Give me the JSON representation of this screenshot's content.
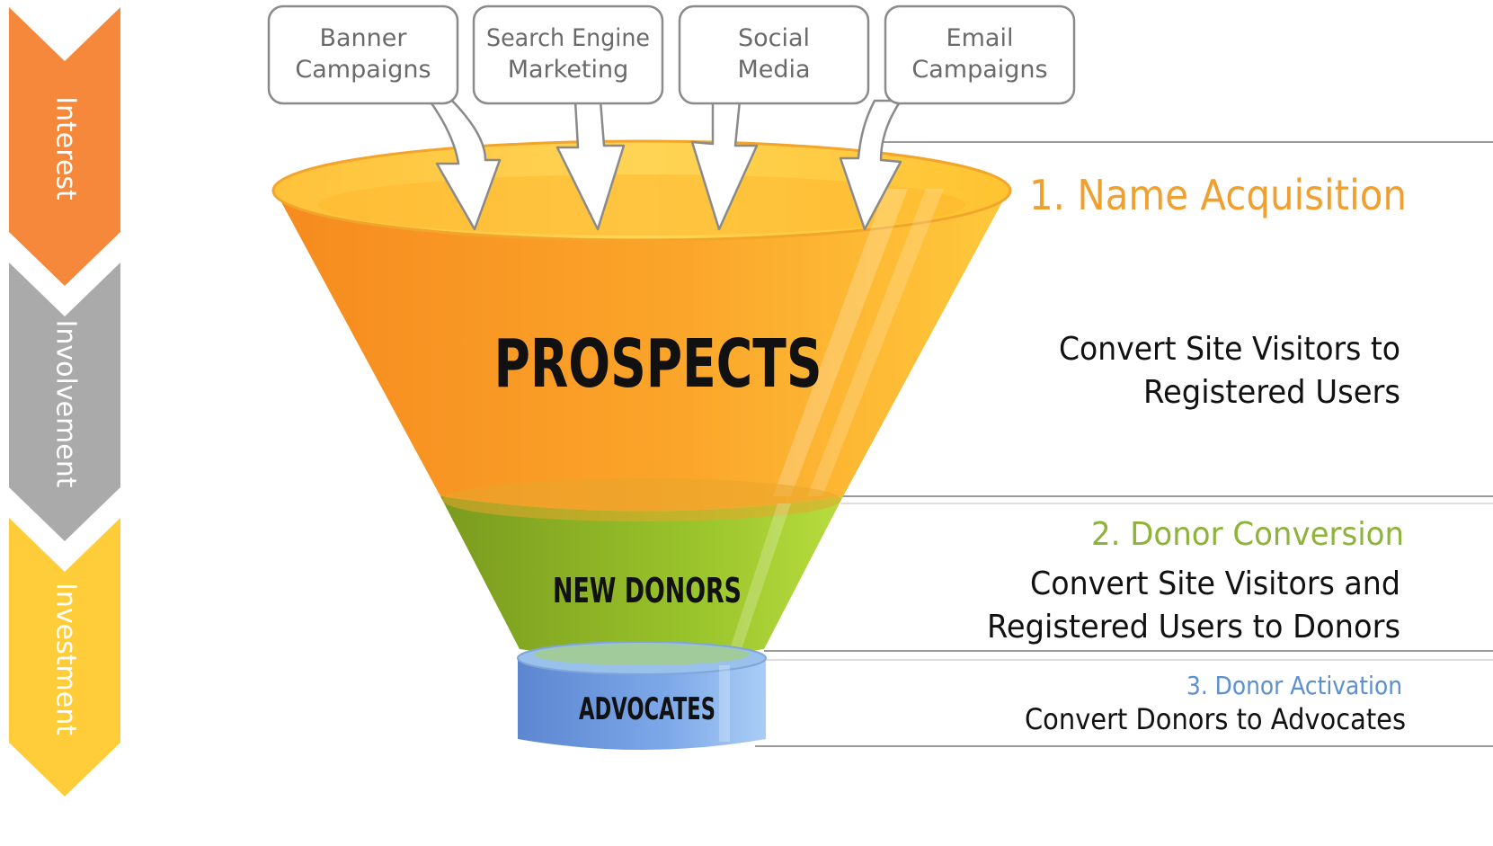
{
  "stages": [
    {
      "label": "Interest",
      "color": "#F5883A"
    },
    {
      "label": "Involvement",
      "color": "#AAAAAA"
    },
    {
      "label": "Investment",
      "color": "#FFCD3A"
    }
  ],
  "sources": [
    {
      "line1": "Banner",
      "line2": "Campaigns"
    },
    {
      "line1": "Search Engine",
      "line2": "Marketing"
    },
    {
      "line1": "Social",
      "line2": "Media"
    },
    {
      "line1": "Email",
      "line2": "Campaigns"
    }
  ],
  "funnel": {
    "top_label": "PROSPECTS",
    "middle_label": "NEW DONORS",
    "bottom_label": "ADVOCATES"
  },
  "steps": [
    {
      "title": "1. Name Acquisition",
      "title_color": "#F0A030",
      "line1": "Convert Site Visitors to",
      "line2": "Registered Users"
    },
    {
      "title": "2. Donor Conversion",
      "title_color": "#8DB33A",
      "line1": "Convert Site Visitors and",
      "line2": "Registered Users to Donors"
    },
    {
      "title": "3. Donor Activation",
      "title_color": "#5B8FD0",
      "line1": "Convert Donors to Advocates"
    }
  ]
}
